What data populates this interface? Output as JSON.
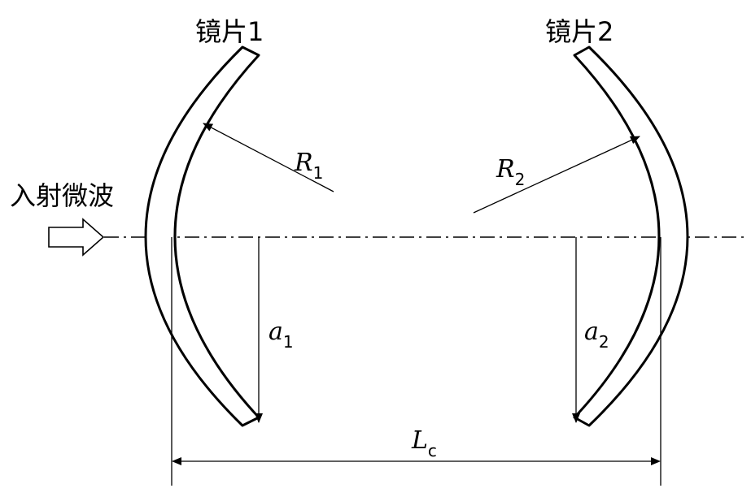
{
  "labels": {
    "mirror1": "镜片1",
    "mirror2": "镜片2",
    "incident": "入射微波",
    "r1_main": "R",
    "r1_sub": "1",
    "r2_main": "R",
    "r2_sub": "2",
    "a1_main": "a",
    "a1_sub": "1",
    "a2_main": "a",
    "a2_sub": "2",
    "lc_main": "L",
    "lc_sub": "c"
  }
}
